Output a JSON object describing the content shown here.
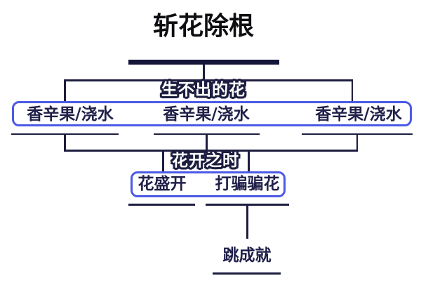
{
  "title": "斩花除根",
  "branches": {
    "level1": {
      "label": "生不出的花",
      "nodes": [
        "香辛果/浇水",
        "香辛果/浇水",
        "香辛果/浇水"
      ]
    },
    "level2": {
      "label": "花开之时",
      "nodes": [
        "花盛开",
        "打骗骗花"
      ]
    },
    "level3": {
      "nodes": [
        "跳成就"
      ]
    }
  },
  "colors": {
    "line_navy": "#1d1d40",
    "root_bar_navy": "#15153a",
    "boundary_blue": "#4c5ae6",
    "node_text_navy": "#20204a",
    "title_black": "#0e0e12",
    "label_fill_white": "#ffffff",
    "background": "#ffffff"
  }
}
